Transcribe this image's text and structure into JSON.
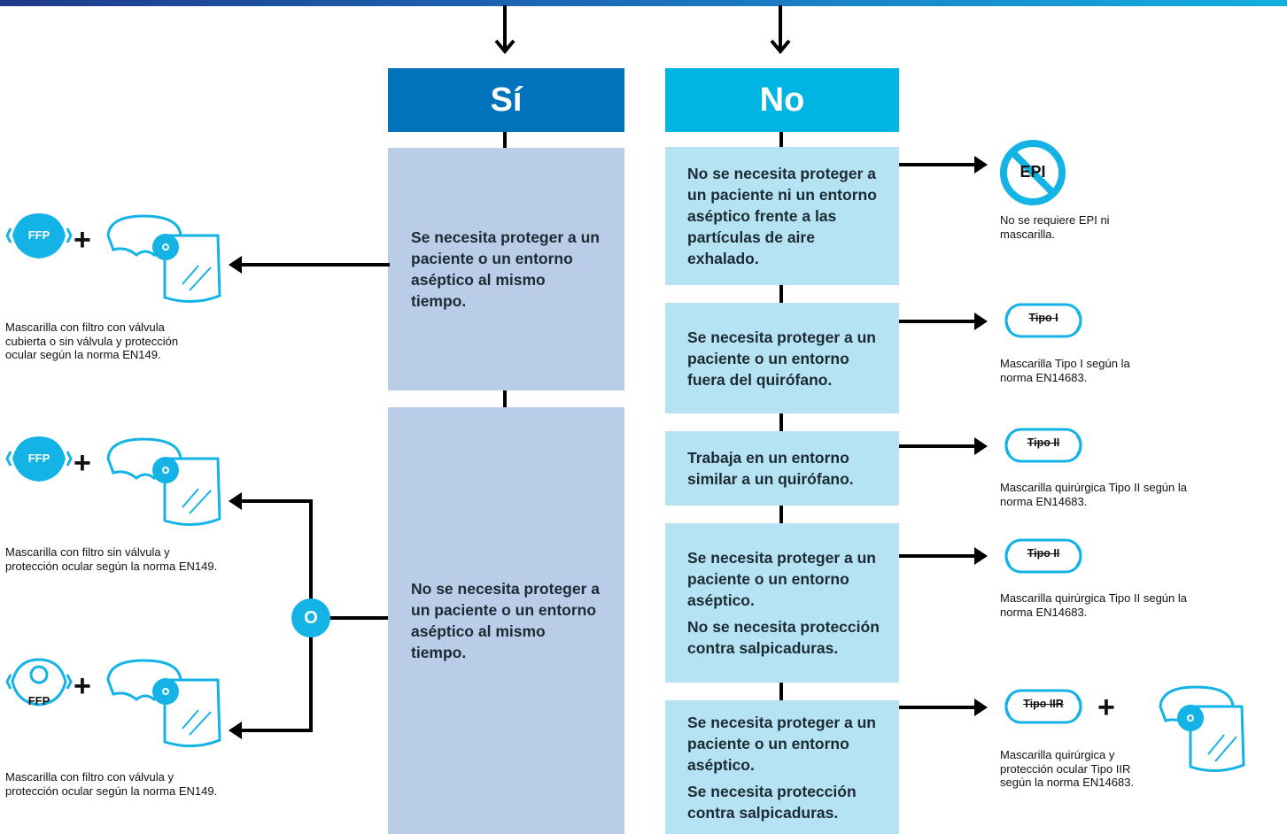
{
  "headers": {
    "yes": "Sí",
    "no": "No"
  },
  "yes_boxes": [
    "Se necesita proteger a un paciente o un entorno aséptico al mismo tiempo.",
    "No se necesita proteger a un paciente o un entorno aséptico al mismo tiempo."
  ],
  "no_boxes": [
    [
      "No se necesita proteger a un paciente ni un entorno aséptico frente a las partículas de aire exhalado."
    ],
    [
      "Se necesita proteger a un paciente o un entorno fuera del quirófano."
    ],
    [
      "Trabaja en un entorno similar a un quirófano."
    ],
    [
      "Se necesita proteger a un paciente o un entorno aséptico.",
      "No se necesita protección contra salpicaduras."
    ],
    [
      "Se necesita proteger a un paciente o un entorno aséptico.",
      "Se necesita protección contra salpicaduras."
    ]
  ],
  "left_captions": [
    "Mascarilla con filtro con válvula cubierta o sin válvula y protección ocular según la norma EN149.",
    "Mascarilla con filtro sin válvula y protección ocular según la norma EN149.",
    "Mascarilla con filtro con válvula y protección ocular según la norma EN149."
  ],
  "right_captions": [
    "No se requiere EPI ni mascarilla.",
    "Mascarilla Tipo I según la norma EN14683.",
    "Mascarilla quirúrgica Tipo II según la norma EN14683.",
    "Mascarilla quirúrgica Tipo II según la norma EN14683.",
    "Mascarilla quirúrgica y protección ocular Tipo IIR según la norma EN14683."
  ],
  "icons": {
    "ffp": "FFP",
    "epi": "EPI",
    "or": "O",
    "plus": "+",
    "mask_labels": [
      "Tipo I",
      "Tipo II",
      "Tipo II",
      "Tipo IIR"
    ]
  },
  "colors": {
    "yes_header": "#0073bc",
    "no_header": "#00b5e2",
    "yes_box": "#b9cde9",
    "no_box": "#b6e3f4",
    "accent": "#13b3e6"
  }
}
